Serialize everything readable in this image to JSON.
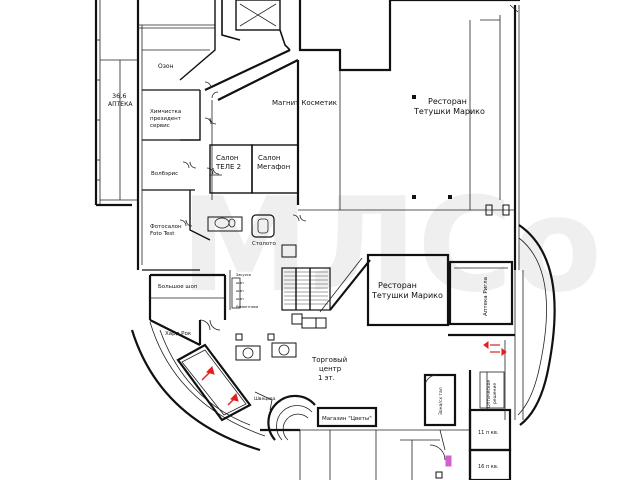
{
  "rooms": {
    "apteka": [
      "36,6",
      "АПТЕКА"
    ],
    "ozon": "Озон",
    "himchistka": [
      "Химчистка",
      "президент",
      "сервис"
    ],
    "volberis": "Волбэрис",
    "fotosalon": [
      "Фотосалон",
      "Foto Test"
    ],
    "magnit": "Магнит Косметик",
    "tele2": [
      "Салон",
      "ТЕЛЕ 2"
    ],
    "megafon": [
      "Салон",
      "Мегафон"
    ],
    "restoran_top": [
      "Ресторан",
      "Тетушки Марико"
    ],
    "restoran_mid": [
      "Ресторан",
      "Тетушки Марико"
    ],
    "apteka_rigla": "Аптека Ригла",
    "bolshe_shop": "Большое шоп",
    "hard_rok": "Хард Рок",
    "torgovy_centr": [
      "Торговый",
      "центр",
      "1 эт."
    ],
    "magazin_cvety": "Магазин \"Цветы\"",
    "stoloto": "Столото",
    "shvetsova": "Швецова",
    "optics": [
      "Оптическое",
      "решение"
    ],
    "room_11": "11 п кв.",
    "room_16": "16 п кв.",
    "zone_vert": "Зона/сх тал",
    "small_labels": [
      "Закуски",
      "шоп",
      "шоп",
      "шоп",
      "Ремонтники"
    ]
  },
  "colors": {
    "door_arrow": "#e02020",
    "ink": "#111111",
    "accent_pink": "#d060d0"
  }
}
